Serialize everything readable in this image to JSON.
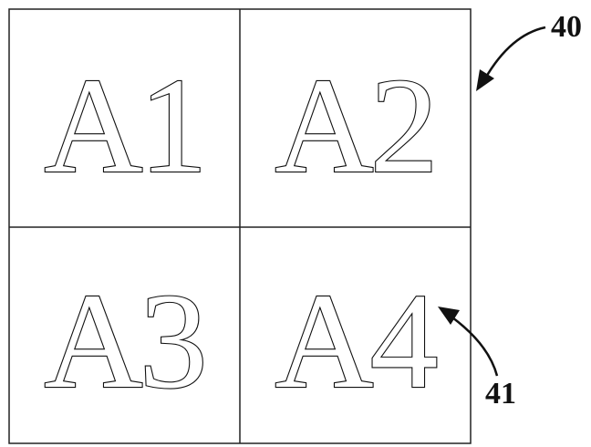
{
  "cells": [
    {
      "id": "a1",
      "label": "A1"
    },
    {
      "id": "a2",
      "label": "A2"
    },
    {
      "id": "a3",
      "label": "A3"
    },
    {
      "id": "a4",
      "label": "A4"
    }
  ],
  "reference_labels": {
    "outer": "40",
    "inner": "41"
  },
  "colors": {
    "line": "#222222",
    "background": "#ffffff",
    "glyph_fill": "#ffffff"
  }
}
